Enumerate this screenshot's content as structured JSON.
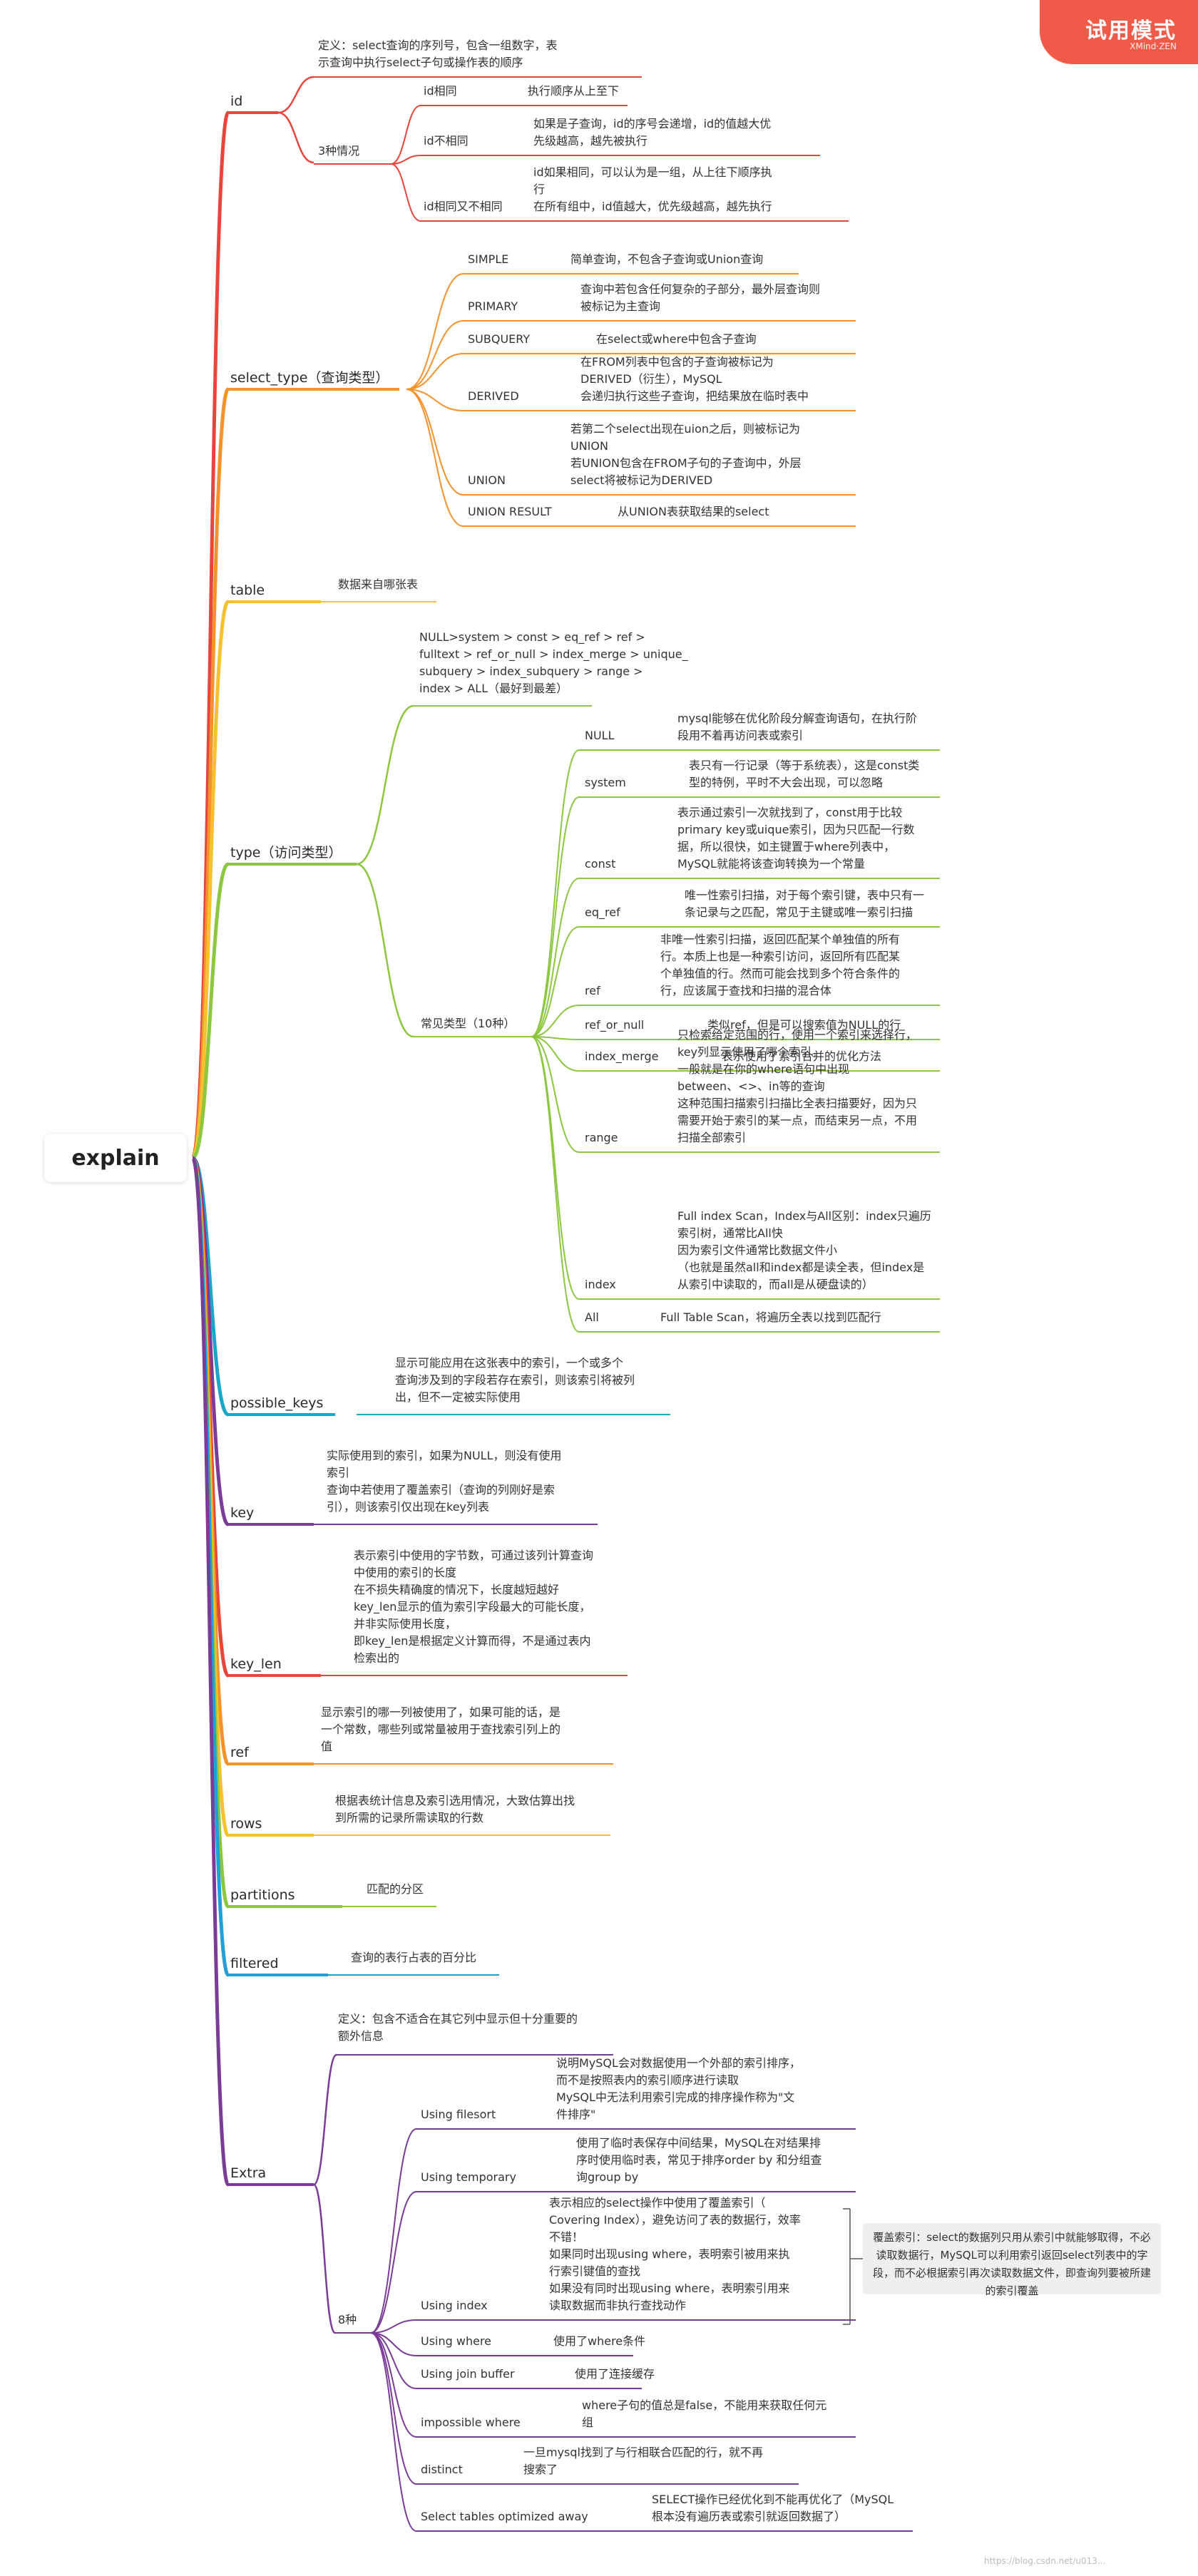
{
  "root": "explain",
  "trial_badge": {
    "title": "试用模式",
    "subtitle": "XMind·ZEN"
  },
  "watermark": "https://blog.csdn.net/u013...",
  "id": {
    "label": "id",
    "definition": [
      "定义：select查询的序列号，包含一组数字，表",
      "示查询中执行select子句或操作表的顺序"
    ],
    "cases_label": "3种情况",
    "cases": [
      {
        "name": "id相同",
        "text": [
          "执行顺序从上至下"
        ]
      },
      {
        "name": "id不相同",
        "text": [
          "如果是子查询，id的序号会递增，id的值越大优",
          "先级越高，越先被执行"
        ]
      },
      {
        "name": "id相同又不相同",
        "text": [
          "id如果相同，可以认为是一组，从上往下顺序执",
          "行",
          "在所有组中，id值越大，优先级越高，越先执行"
        ]
      }
    ]
  },
  "select_type": {
    "label": "select_type（查询类型）",
    "items": [
      {
        "name": "SIMPLE",
        "text": [
          "简单查询，不包含子查询或Union查询"
        ]
      },
      {
        "name": "PRIMARY",
        "text": [
          "查询中若包含任何复杂的子部分，最外层查询则",
          "被标记为主查询"
        ]
      },
      {
        "name": "SUBQUERY",
        "text": [
          "在select或where中包含子查询"
        ]
      },
      {
        "name": "DERIVED",
        "text": [
          "在FROM列表中包含的子查询被标记为",
          "DERIVED（衍生），MySQL",
          "会递归执行这些子查询，把结果放在临时表中"
        ]
      },
      {
        "name": "UNION",
        "text": [
          "若第二个select出现在uion之后，则被标记为",
          "UNION",
          "若UNION包含在FROM子句的子查询中，外层",
          "select将被标记为DERIVED"
        ]
      },
      {
        "name": "UNION RESULT",
        "text": [
          "从UNION表获取结果的select"
        ]
      }
    ]
  },
  "table": {
    "label": "table",
    "text": [
      "数据来自哪张表"
    ]
  },
  "type": {
    "label": "type（访问类型）",
    "order": [
      "NULL>system > const > eq_ref > ref >",
      "fulltext > ref_or_null > index_merge > unique_",
      "subquery > index_subquery > range >",
      "index > ALL（最好到最差）"
    ],
    "common_label": "常见类型（10种）",
    "items": [
      {
        "name": "NULL",
        "text": [
          "mysql能够在优化阶段分解查询语句，在执行阶",
          "段用不着再访问表或索引"
        ]
      },
      {
        "name": "system",
        "text": [
          "表只有一行记录（等于系统表），这是const类",
          "型的特例，平时不大会出现，可以忽略"
        ]
      },
      {
        "name": "const",
        "text": [
          "表示通过索引一次就找到了，const用于比较",
          "primary key或uique索引，因为只匹配一行数",
          "据，所以很快，如主键置于where列表中，",
          "MySQL就能将该查询转换为一个常量"
        ]
      },
      {
        "name": "eq_ref",
        "text": [
          "唯一性索引扫描，对于每个索引键，表中只有一",
          "条记录与之匹配，常见于主键或唯一索引扫描"
        ]
      },
      {
        "name": "ref",
        "text": [
          "非唯一性索引扫描，返回匹配某个单独值的所有",
          "行。本质上也是一种索引访问，返回所有匹配某",
          "个单独值的行。然而可能会找到多个符合条件的",
          "行，应该属于查找和扫描的混合体"
        ]
      },
      {
        "name": "ref_or_null",
        "text": [
          "类似ref，但是可以搜索值为NULL的行"
        ]
      },
      {
        "name": "index_merge",
        "text": [
          "表示使用了索引合并的优化方法"
        ]
      },
      {
        "name": "range",
        "text": [
          "只检索给定范围的行，使用一个索引来选择行，",
          "key列显示使用了哪个索引。",
          "一般就是在你的where语句中出现",
          "between、<>、in等的查询",
          "这种范围扫描索引扫描比全表扫描要好，因为只",
          "需要开始于索引的某一点，而结束另一点，不用",
          "扫描全部索引"
        ]
      },
      {
        "name": "index",
        "text": [
          "Full index Scan，Index与All区别：index只遍历",
          "索引树，通常比All快",
          "因为索引文件通常比数据文件小",
          "（也就是虽然all和index都是读全表，但index是",
          "从索引中读取的，而all是从硬盘读的）"
        ]
      },
      {
        "name": "All",
        "text": [
          "Full Table Scan，将遍历全表以找到匹配行"
        ]
      }
    ]
  },
  "possible_keys": {
    "label": "possible_keys",
    "text": [
      "显示可能应用在这张表中的索引，一个或多个",
      "查询涉及到的字段若存在索引，则该索引将被列",
      "出，但不一定被实际使用"
    ]
  },
  "key": {
    "label": "key",
    "text": [
      "实际使用到的索引，如果为NULL，则没有使用",
      "索引",
      "查询中若使用了覆盖索引（查询的列刚好是索",
      "引），则该索引仅出现在key列表"
    ]
  },
  "key_len": {
    "label": "key_len",
    "text": [
      "表示索引中使用的字节数，可通过该列计算查询",
      "中使用的索引的长度",
      "在不损失精确度的情况下，长度越短越好",
      "key_len显示的值为索引字段最大的可能长度，",
      "并非实际使用长度，",
      "即key_len是根据定义计算而得，不是通过表内",
      "检索出的"
    ]
  },
  "ref": {
    "label": "ref",
    "text": [
      "显示索引的哪一列被使用了，如果可能的话，是",
      "一个常数，哪些列或常量被用于查找索引列上的",
      "值"
    ]
  },
  "rows": {
    "label": "rows",
    "text": [
      "根据表统计信息及索引选用情况，大致估算出找",
      "到所需的记录所需读取的行数"
    ]
  },
  "partitions": {
    "label": "partitions",
    "text": [
      "匹配的分区"
    ]
  },
  "filtered": {
    "label": "filtered",
    "text": [
      "查询的表行占表的百分比"
    ]
  },
  "extra": {
    "label": "Extra",
    "definition": [
      "定义：包含不适合在其它列中显示但十分重要的",
      "额外信息"
    ],
    "cases_label": "8种",
    "items": [
      {
        "name": "Using filesort",
        "text": [
          "说明MySQL会对数据使用一个外部的索引排序，",
          "而不是按照表内的索引顺序进行读取",
          "MySQL中无法利用索引完成的排序操作称为\"文",
          "件排序\""
        ]
      },
      {
        "name": "Using temporary",
        "text": [
          "使用了临时表保存中间结果，MySQL在对结果排",
          "序时使用临时表，常见于排序order by 和分组查",
          "询group by"
        ]
      },
      {
        "name": "Using index",
        "text": [
          "表示相应的select操作中使用了覆盖索引（",
          "Covering Index），避免访问了表的数据行，效率",
          "不错！",
          "如果同时出现using where，表明索引被用来执",
          "行索引键值的查找",
          "如果没有同时出现using where，表明索引用来",
          "读取数据而非执行查找动作"
        ]
      },
      {
        "name": "Using where",
        "text": [
          "使用了where条件"
        ]
      },
      {
        "name": "Using join buffer",
        "text": [
          "使用了连接缓存"
        ]
      },
      {
        "name": "impossible where",
        "text": [
          "where子句的值总是false，不能用来获取任何元",
          "组"
        ]
      },
      {
        "name": "distinct",
        "text": [
          "一旦mysql找到了与行相联合匹配的行，就不再",
          "搜索了"
        ]
      },
      {
        "name": "Select tables optimized away",
        "text": [
          "SELECT操作已经优化到不能再优化了（MySQL",
          "根本没有遍历表或索引就返回数据了）"
        ]
      }
    ],
    "covering_note": "覆盖索引：select的数据列只用从索引中就能够取得，不必读取数据行，MySQL可以利用索引返回select列表中的字段，而不必根据索引再次读取数据文件，即查询列要被所建的索引覆盖"
  }
}
